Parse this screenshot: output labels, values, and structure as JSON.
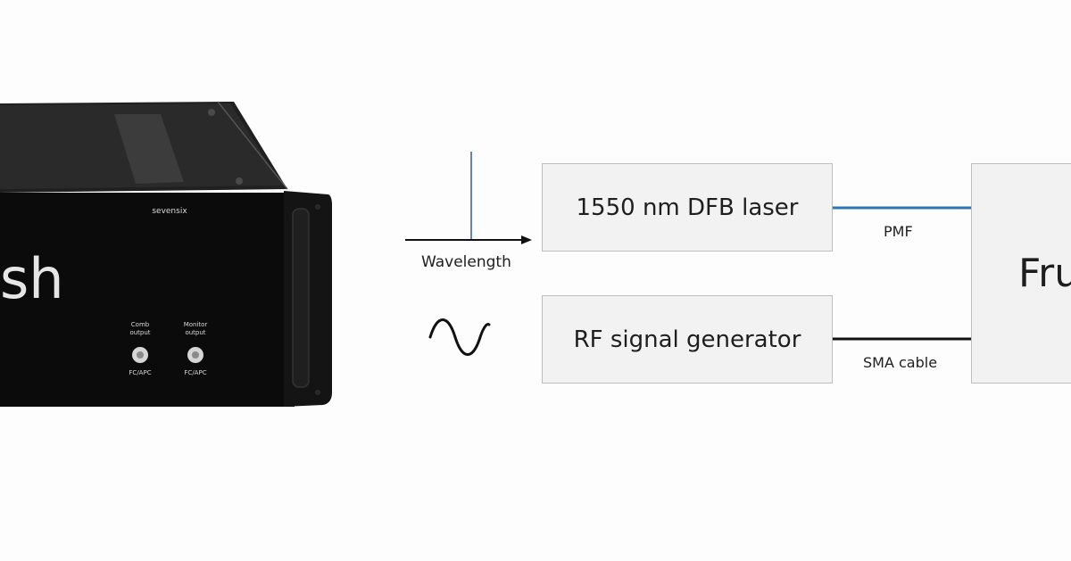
{
  "device": {
    "brand": "sevensix",
    "front_text": "sh",
    "port1": {
      "label": "Comb output",
      "connector": "FC/APC"
    },
    "port2": {
      "label": "Monitor output",
      "connector": "FC/APC"
    }
  },
  "diagram": {
    "axis_label": "Wavelength",
    "laser_box": "1550 nm DFB laser",
    "rf_box": "RF signal generator",
    "pmf_label": "PMF",
    "sma_label": "SMA cable",
    "right_box": "Fru"
  },
  "colors": {
    "pmf_line": "#2e75b6",
    "sma_line": "#111111",
    "spectral_line": "#2e5fa0",
    "device_body": "#0b0b0b"
  }
}
